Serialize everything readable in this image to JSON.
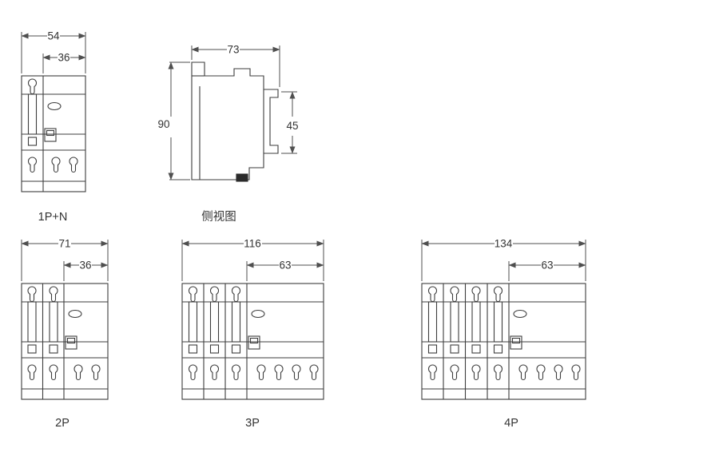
{
  "views": {
    "v1pn": {
      "label": "1P+N",
      "dim_overall": "54",
      "dim_rcd": "36"
    },
    "side": {
      "label": "侧视图",
      "dim_width": "73",
      "dim_height": "90",
      "dim_rear": "45"
    },
    "v2p": {
      "label": "2P",
      "dim_overall": "71",
      "dim_rcd": "36"
    },
    "v3p": {
      "label": "3P",
      "dim_overall": "116",
      "dim_rcd": "63"
    },
    "v4p": {
      "label": "4P",
      "dim_overall": "134",
      "dim_rcd": "63"
    }
  },
  "colors": {
    "outline": "#3d3d3d",
    "dimension_line": "#4f4f4f",
    "text": "#333333",
    "background": "#ffffff"
  }
}
